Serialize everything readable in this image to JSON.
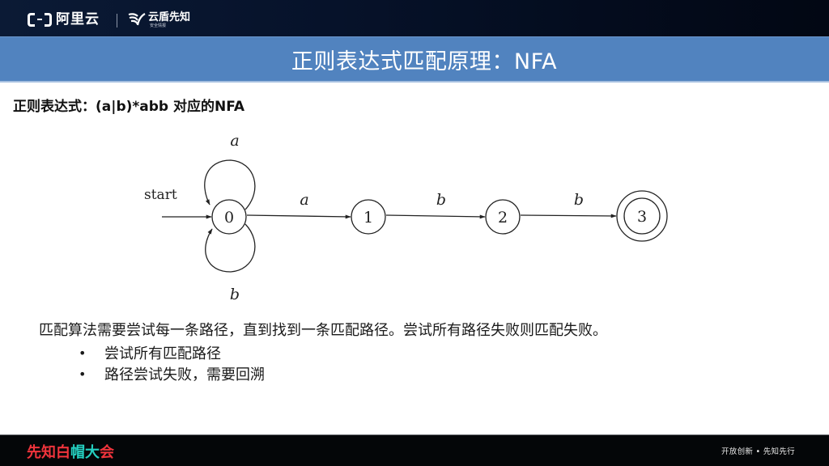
{
  "header": {
    "brand_primary": "阿里云",
    "brand_secondary": "云盾先知",
    "brand_secondary_sub": "安全情报",
    "bg_color": "#06122a"
  },
  "slide": {
    "title": "正则表达式匹配原理：NFA",
    "title_bar_color": "#5183bf",
    "subtitle": "正则表达式：(a|b)*abb 对应的NFA",
    "description": "匹配算法需要尝试每一条路径，直到找到一条匹配路径。尝试所有路径失败则匹配失败。",
    "bullets": [
      {
        "marker": "•",
        "text": "尝试所有匹配路径"
      },
      {
        "marker": "•",
        "text": "路径尝试失败，需要回溯"
      }
    ]
  },
  "diagram": {
    "start_label": "start",
    "states": [
      {
        "id": "0",
        "label": "0",
        "accepting": false
      },
      {
        "id": "1",
        "label": "1",
        "accepting": false
      },
      {
        "id": "2",
        "label": "2",
        "accepting": false
      },
      {
        "id": "3",
        "label": "3",
        "accepting": true
      }
    ],
    "transitions": [
      {
        "from": "0",
        "to": "0",
        "symbol": "a",
        "kind": "self-loop-top"
      },
      {
        "from": "0",
        "to": "0",
        "symbol": "b",
        "kind": "self-loop-bottom"
      },
      {
        "from": "0",
        "to": "1",
        "symbol": "a"
      },
      {
        "from": "1",
        "to": "2",
        "symbol": "b"
      },
      {
        "from": "2",
        "to": "3",
        "symbol": "b"
      }
    ]
  },
  "footer": {
    "event_logo": [
      "先",
      "知",
      "白",
      "帽",
      "大",
      "会"
    ],
    "slogan": "开放创新 • 先知先行"
  }
}
